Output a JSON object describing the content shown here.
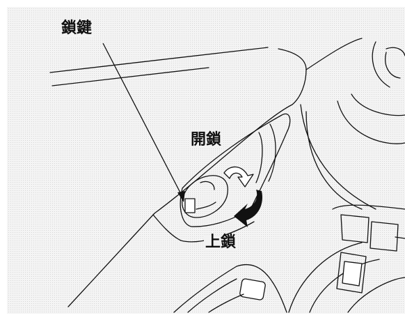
{
  "labels": {
    "key": "鎖鍵",
    "unlock": "開鎖",
    "lock": "上鎖"
  },
  "colors": {
    "ink": "#111111",
    "background": "#f2f2f2",
    "arrow_fill": "#111111"
  }
}
